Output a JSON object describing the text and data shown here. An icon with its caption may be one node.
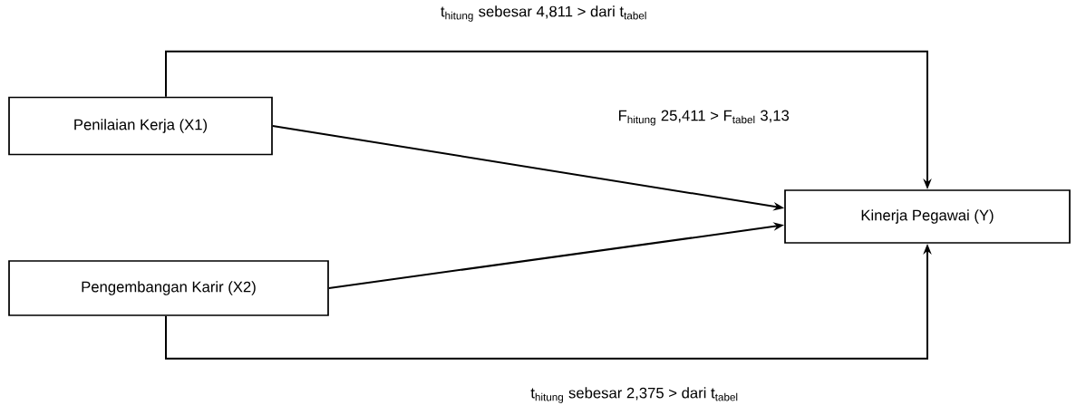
{
  "diagram": {
    "nodes": [
      {
        "text": [
          "Penilaian Kerja (X1)"
        ]
      },
      {
        "text": [
          "Pengembangan Karir (X2)"
        ]
      },
      {
        "text": [
          "Kinerja Pegawai (Y)"
        ]
      }
    ],
    "edges": [
      {
        "from": 0,
        "to": 2,
        "arrow": "to",
        "label": "t$_{hitung}$ sebesar 4,811 > dari t$_{tabel}$"
      },
      {
        "from": 0,
        "to": 2,
        "arrow": "to"
      },
      {
        "from": 1,
        "to": 2,
        "arrow": "to"
      },
      {
        "from": 1,
        "to": 2,
        "arrow": "to",
        "label": "t$_{hitung}$ sebesar 2,375 > dari t$_{tabel}$"
      }
    ],
    "labels": [
      "F$_{hitung}$ 25,411 > F$_{tabel}$ 3,13"
    ]
  }
}
